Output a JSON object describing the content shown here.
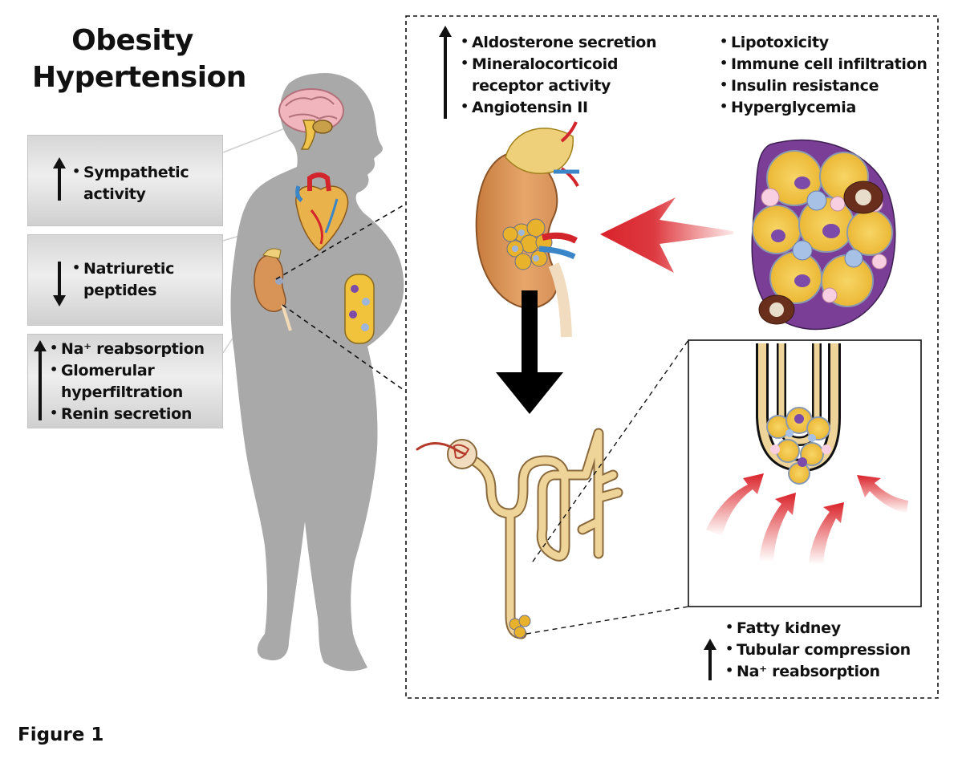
{
  "title": {
    "line1": "Obesity",
    "line2": "Hypertension"
  },
  "left_boxes": [
    {
      "direction": "up",
      "items": [
        "Sympathetic",
        "activity"
      ]
    },
    {
      "direction": "down",
      "items": [
        "Natriuretic",
        "peptides"
      ]
    },
    {
      "direction": "up",
      "items": [
        "Na⁺ reabsorption",
        "Glomerular",
        "hyperfiltration",
        "Renin secretion"
      ]
    }
  ],
  "kidney_factors": [
    "Aldosterone secretion",
    "Mineralocorticoid",
    "receptor activity",
    "Angiotensin II"
  ],
  "adipose_factors": [
    "Lipotoxicity",
    "Immune cell infiltration",
    "Insulin resistance",
    "Hyperglycemia"
  ],
  "fatty_kidney_factors": [
    "Fatty kidney",
    "Tubular compression",
    "Na⁺ reabsorption"
  ],
  "figure_label": "Figure 1",
  "icons": [
    "brain-icon",
    "heart-icon",
    "kidney-icon",
    "adipose-tissue-icon",
    "nephron-icon"
  ],
  "colors": {
    "body": "#a8a8a8",
    "kidney": "#d89456",
    "adipose": "#f1c23c",
    "red_arrow": "#d9232b"
  }
}
